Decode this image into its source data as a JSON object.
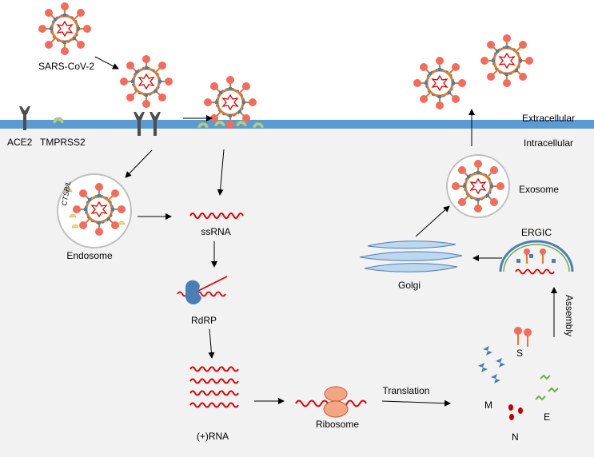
{
  "labels": {
    "sars": "SARS-CoV-2",
    "ace2": "ACE2",
    "tmprss2": "TMPRSS2",
    "extracellular": "Extracellular",
    "intracellular": "Intracellular",
    "endosome": "Endosome",
    "ctsbl": "CTSB/L",
    "ssrna": "ssRNA",
    "rdrp": "RdRP",
    "plus_rna": "(+)RNA",
    "ribosome": "Ribosome",
    "translation": "Translation",
    "s": "S",
    "m": "M",
    "e": "E",
    "n": "N",
    "assembly": "Assembly",
    "ergic": "ERGIC",
    "golgi": "Golgi",
    "exosome": "Exosome"
  },
  "colors": {
    "membrane": "#5b9bd5",
    "intracellular_bg": "#f2f2f2",
    "spike": "#f26b5b",
    "capsid": "#e07b2a",
    "m_protein": "#4a7fb5",
    "rna": "#e00000",
    "ribosome": "#f4a582",
    "e_protein": "#70ad47",
    "n_protein": "#c00000",
    "receptor": "#4d4d4d",
    "tmprss2": "#a9d18e",
    "golgi": "#bdd7ee"
  },
  "icons": [
    "virus-icon",
    "ace2-receptor-icon",
    "tmprss2-icon",
    "endosome-icon",
    "rna-strand-icon",
    "rdrp-icon",
    "ribosome-icon",
    "m-protein-icon",
    "s-protein-icon",
    "e-protein-icon",
    "n-protein-icon",
    "ergic-icon",
    "golgi-icon",
    "exosome-icon"
  ]
}
